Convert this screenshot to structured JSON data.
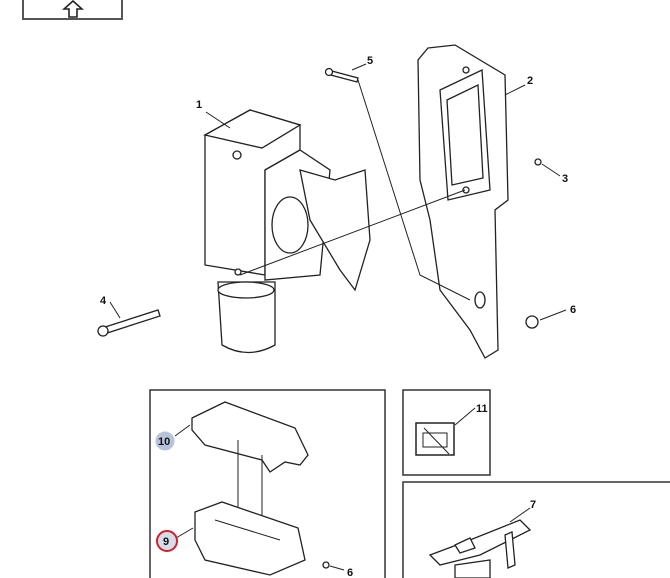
{
  "toolbar": {
    "up_button_icon": "up-arrow-icon"
  },
  "callouts": {
    "c1": "1",
    "c2": "2",
    "c3": "3",
    "c4": "4",
    "c5": "5",
    "c6a": "6",
    "c6b": "6",
    "c7": "7",
    "c9": "9",
    "c10": "10",
    "c11": "11"
  },
  "colors": {
    "highlight_selected": "#d0202a",
    "highlight_hover": "#b7c3dc"
  }
}
